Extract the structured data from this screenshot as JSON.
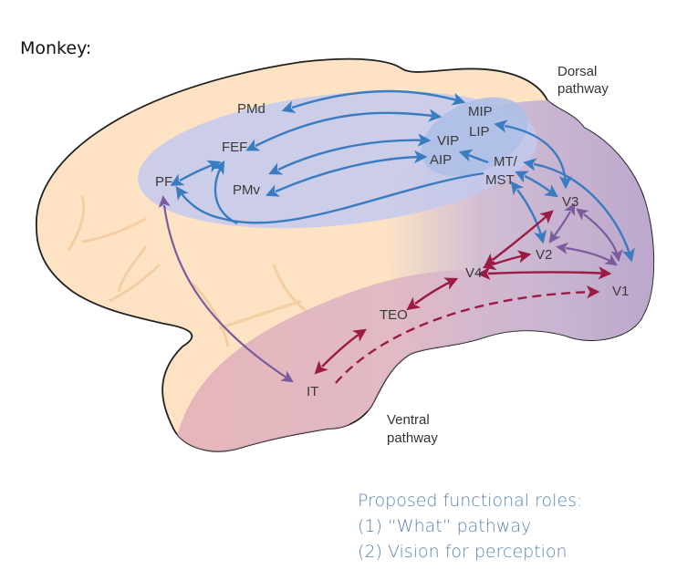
{
  "title": "Monkey:",
  "pathway_labels": {
    "dorsal": [
      "Dorsal",
      "pathway"
    ],
    "ventral": [
      "Ventral",
      "pathway"
    ]
  },
  "regions": {
    "PMd": "PMd",
    "FEF": "FEF",
    "PF": "PF",
    "PMv": "PMv",
    "MIP": "MIP",
    "LIP": "LIP",
    "VIP": "VIP",
    "AIP": "AIP",
    "MT_MST_line1": "MT/",
    "MT_MST_line2": "MST",
    "V3": "V3",
    "V2": "V2",
    "V4": "V4",
    "V1": "V1",
    "TEO": "TEO",
    "IT": "IT"
  },
  "colors": {
    "dorsal_arrow": "#3a7cc0",
    "ventral_arrow": "#9b1b45",
    "cross_arrow": "#7a5c9e",
    "brain_base": "#fde3c4",
    "dorsal_region": "#c8cdeb",
    "ventral_region": "#e4b5c1",
    "occipital_region": "#c9b7d6",
    "caption": "#5b84ab"
  },
  "caption": {
    "heading": "Proposed functional roles:",
    "items": [
      "(1) “What” pathway",
      "(2) Vision for perception"
    ]
  }
}
